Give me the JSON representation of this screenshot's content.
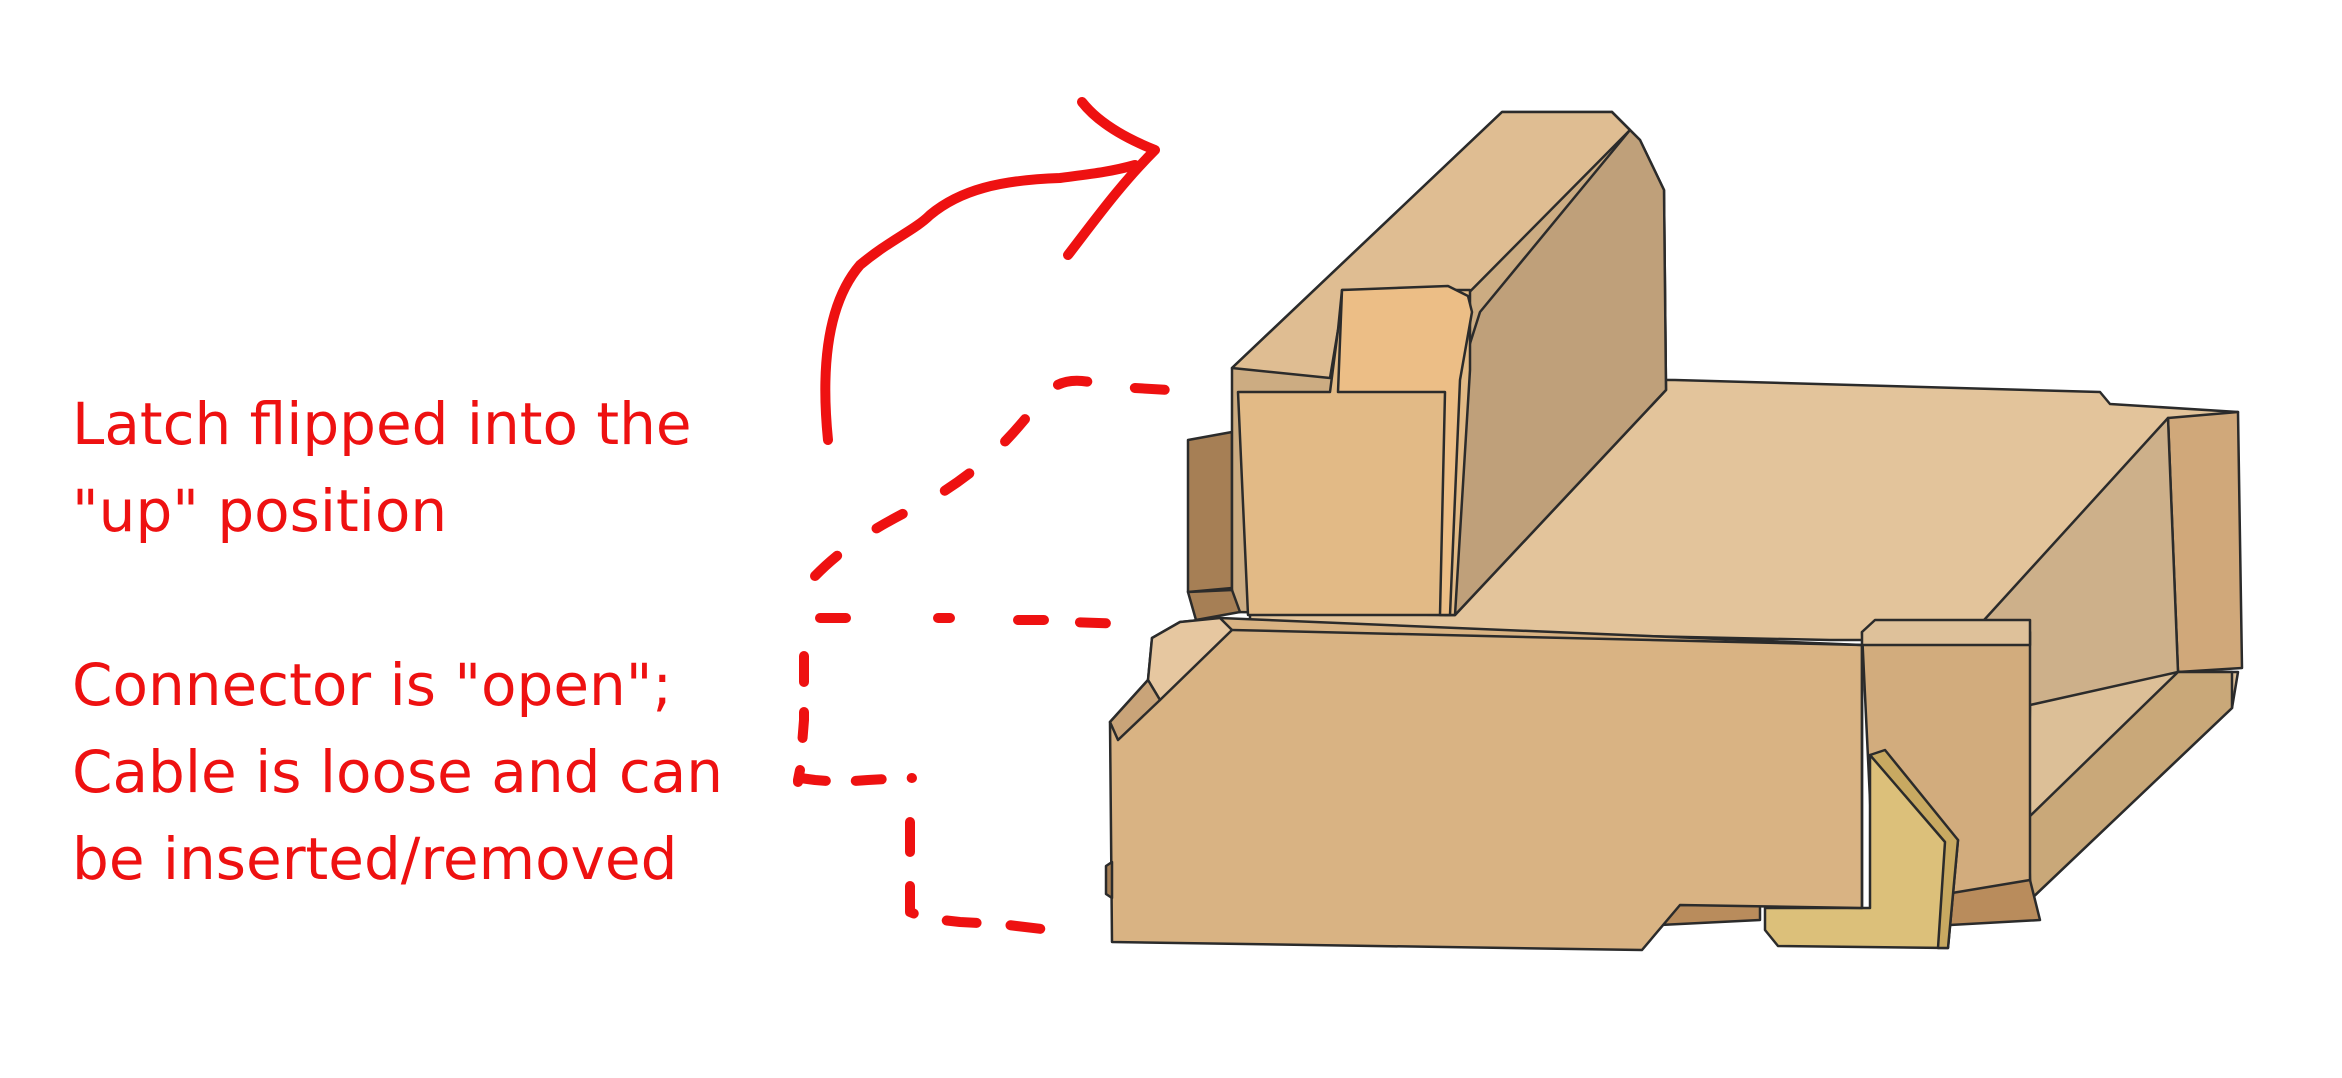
{
  "annotations": {
    "latch": {
      "lines": [
        "Latch flipped into the",
        "\"up\" position"
      ]
    },
    "connector": {
      "lines": [
        "Connector is \"open\";",
        "Cable is loose and can",
        "be inserted/removed"
      ]
    }
  },
  "colors": {
    "annotation_red": "#ee1111",
    "connector_body": "#d9b383",
    "connector_light": "#e8caa0",
    "connector_shadow": "#b8966d",
    "connector_dark": "#a07d55",
    "latch_front": "#ecbe86",
    "tab_yellow": "#dcc07a",
    "outline": "#2b2b2b"
  },
  "icons": {
    "flip_arrow": "curved-arrow-up-right",
    "latch_outline": "dashed-outline",
    "connector_outline": "dotted-outline"
  }
}
